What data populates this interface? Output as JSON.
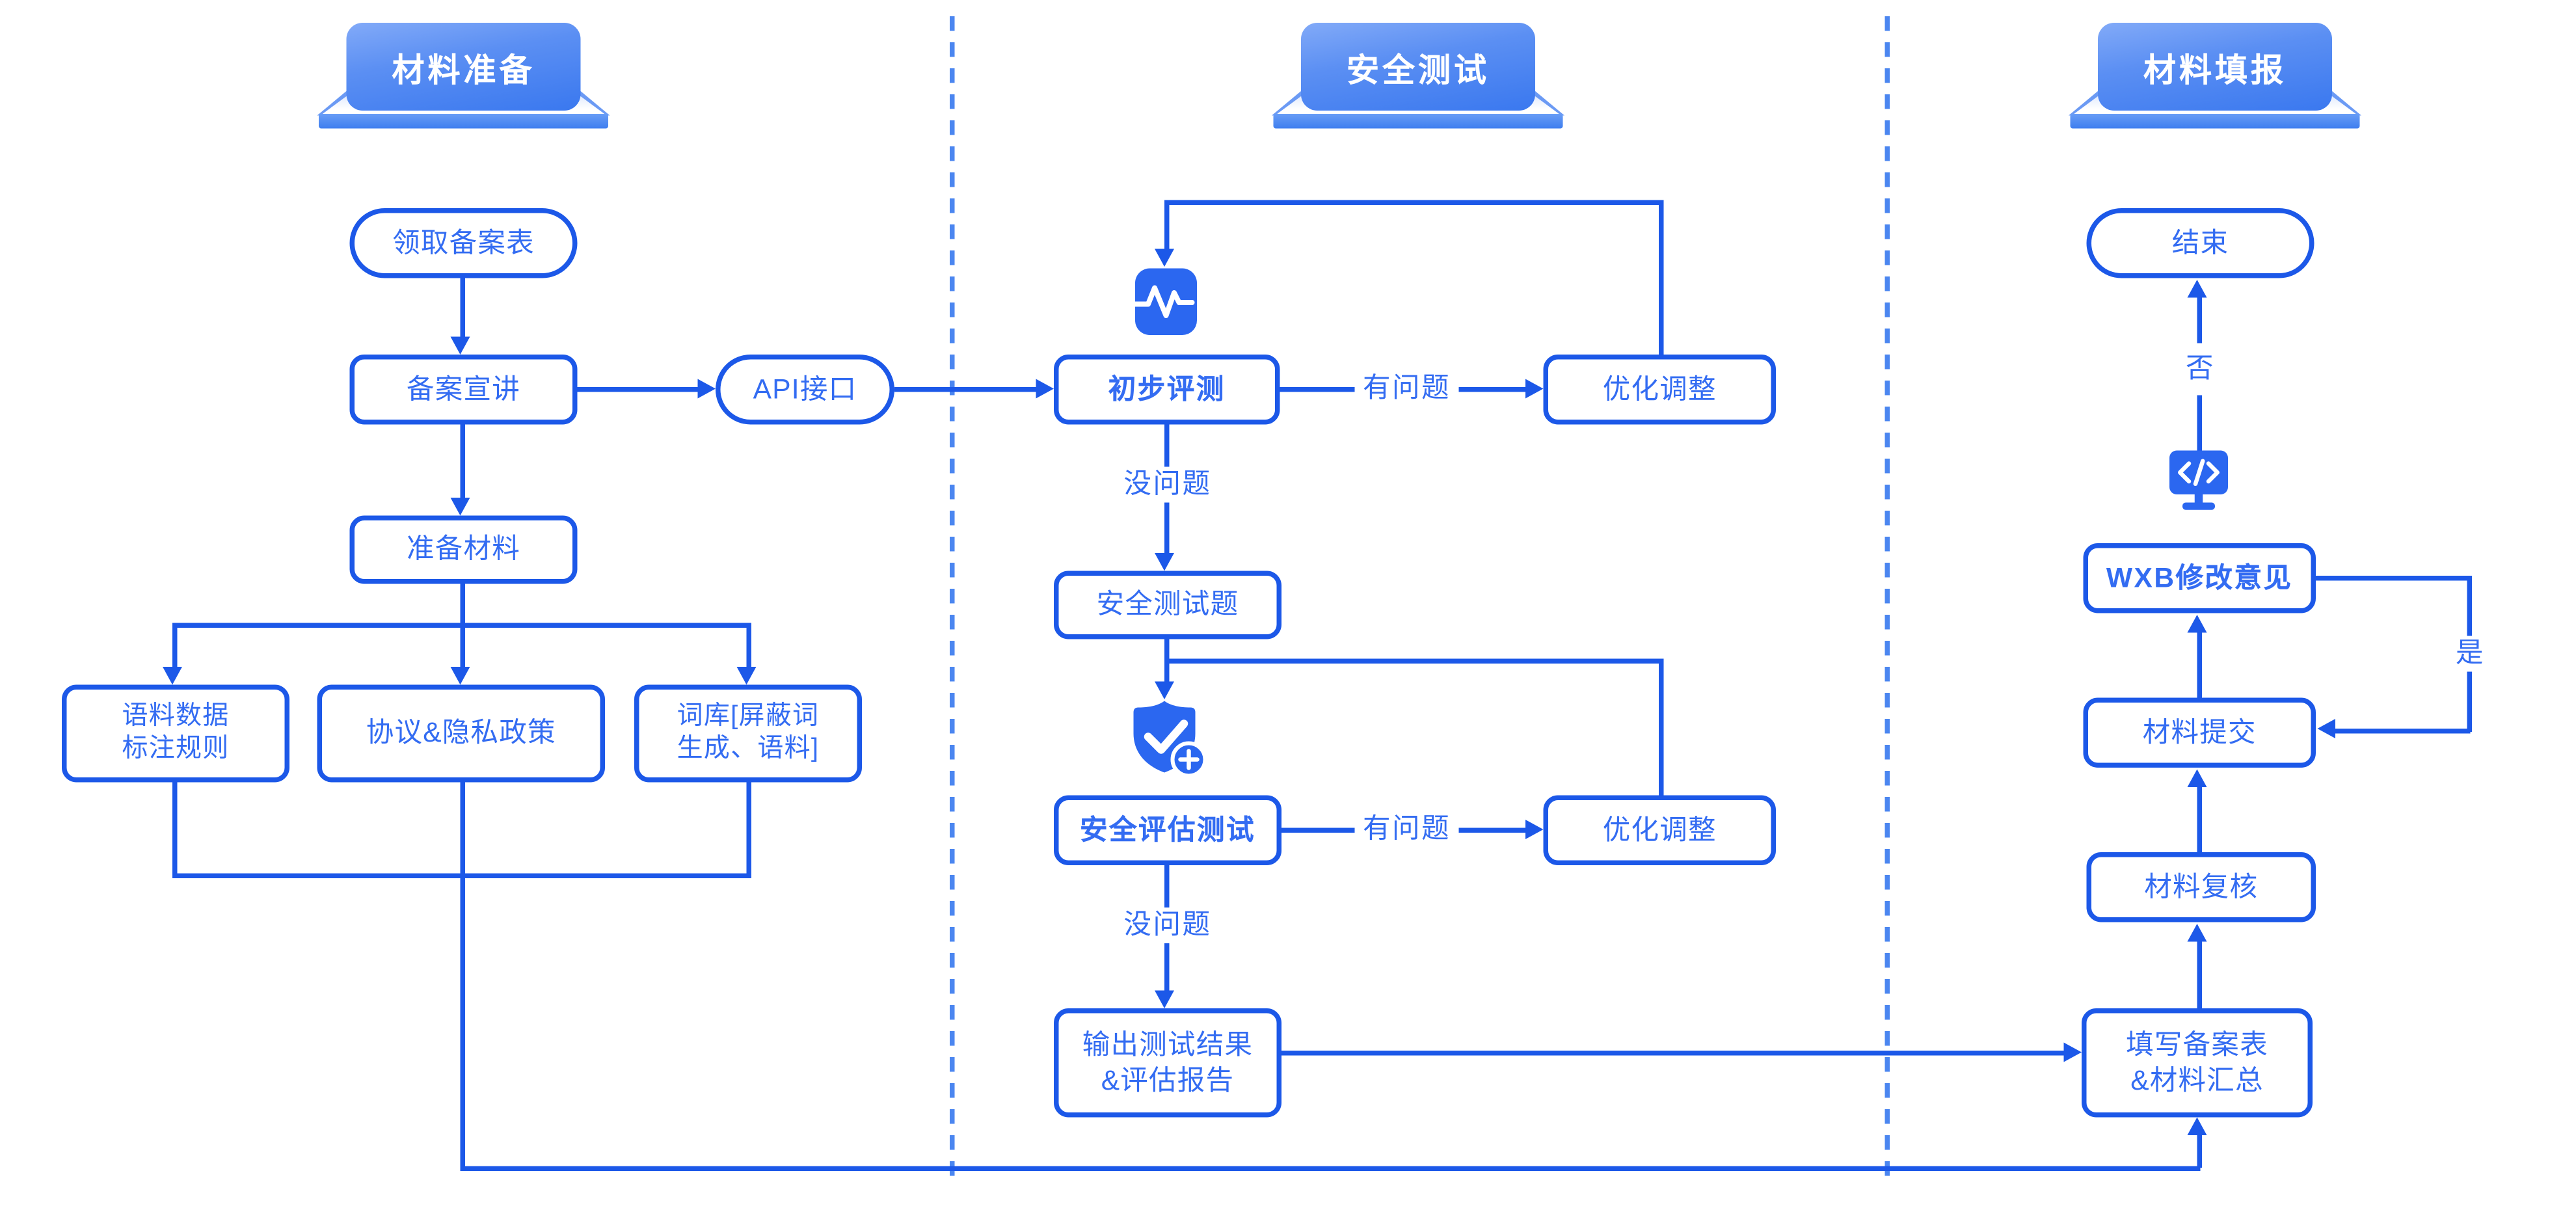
{
  "diagram": {
    "section_headers": {
      "prep": "材料准备",
      "test": "安全测试",
      "fill": "材料填报"
    },
    "nodes": {
      "receive_form": "领取备案表",
      "briefing": "备案宣讲",
      "api": "API接口",
      "prepare": "准备材料",
      "corpus_line1": "语料数据",
      "corpus_line2": "标注规则",
      "agreement": "协议&隐私政策",
      "lexicon_line1": "词库[屏蔽词",
      "lexicon_line2": "生成、语料]",
      "preliminary_eval": "初步评测",
      "optimize_1": "优化调整",
      "security_questions": "安全测试题",
      "security_assessment": "安全评估测试",
      "optimize_2": "优化调整",
      "output_line1": "输出测试结果",
      "output_line2": "&评估报告",
      "end": "结束",
      "wxb_feedback": "WXB修改意见",
      "submit": "材料提交",
      "review": "材料复核",
      "fill_line1": "填写备案表",
      "fill_line2": "&材料汇总"
    },
    "edge_labels": {
      "has_issue": "有问题",
      "no_issue": "没问题",
      "yes": "是",
      "no": "否"
    },
    "icons": {
      "pulse": "pulse-monitor-icon",
      "shield": "shield-check-plus-icon",
      "code": "code-monitor-icon"
    },
    "colors": {
      "line": "#1c58e8",
      "node_text": "#336cf2",
      "badge_top": "#82aaf8",
      "badge_bottom": "#3a78ef",
      "icon_fill": "#2b67f0",
      "background": "#ffffff"
    }
  }
}
